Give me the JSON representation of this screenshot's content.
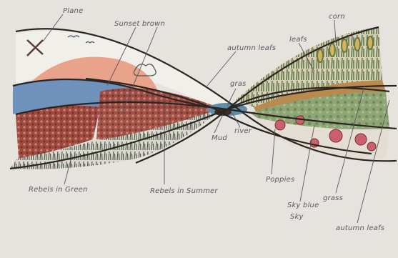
{
  "diagram": {
    "labels": {
      "plane": "Plane",
      "sunset_brown": "Sunset brown",
      "corn": "corn",
      "autumn_leaves_top": "autumn leafs",
      "leafs": "leafs",
      "grass": "gras",
      "mud": "Mud",
      "river": "river",
      "rebels_in_green": "Rebels in Green",
      "rebels_in_summer": "Rebels in Summer",
      "poppies": "Poppies",
      "sky_blue": "Sky blue",
      "sky": "Sky",
      "grass_right": "grass",
      "autumn_leaves_bottom": "autumn leafs"
    },
    "colors": {
      "paper": "#e6e3df",
      "sunset": "#e9a38a",
      "sky_blue": "#6f92bd",
      "river": "#5f8fa8",
      "autumn_red": "#9e4a3e",
      "grass_green": "#7f9a6a",
      "dark_green": "#3f5a3a",
      "corn_yellow": "#d6b35a",
      "poppy_pink": "#c9616d",
      "ink": "#2a2522"
    }
  }
}
